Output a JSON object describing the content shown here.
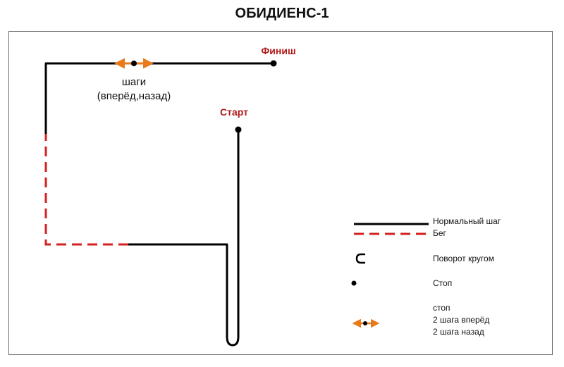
{
  "title": "ОБИДИЕНС-1",
  "labels": {
    "finish": "Финиш",
    "start": "Старт",
    "steps_line1": "шаги",
    "steps_line2": "(вперёд,назад)"
  },
  "legend": {
    "normal_walk": "Нормальный шаг",
    "run": "Бег",
    "about_turn": "Поворот кругом",
    "stop": "Стоп",
    "steps_line1": "стоп",
    "steps_line2": "2 шага вперёд",
    "steps_line3": "2 шага назад"
  },
  "colors": {
    "path": "#000000",
    "run": "#d42020",
    "arrows": "#e87a1c",
    "label_accent": "#b01818",
    "frame": "#6a6a6a"
  }
}
